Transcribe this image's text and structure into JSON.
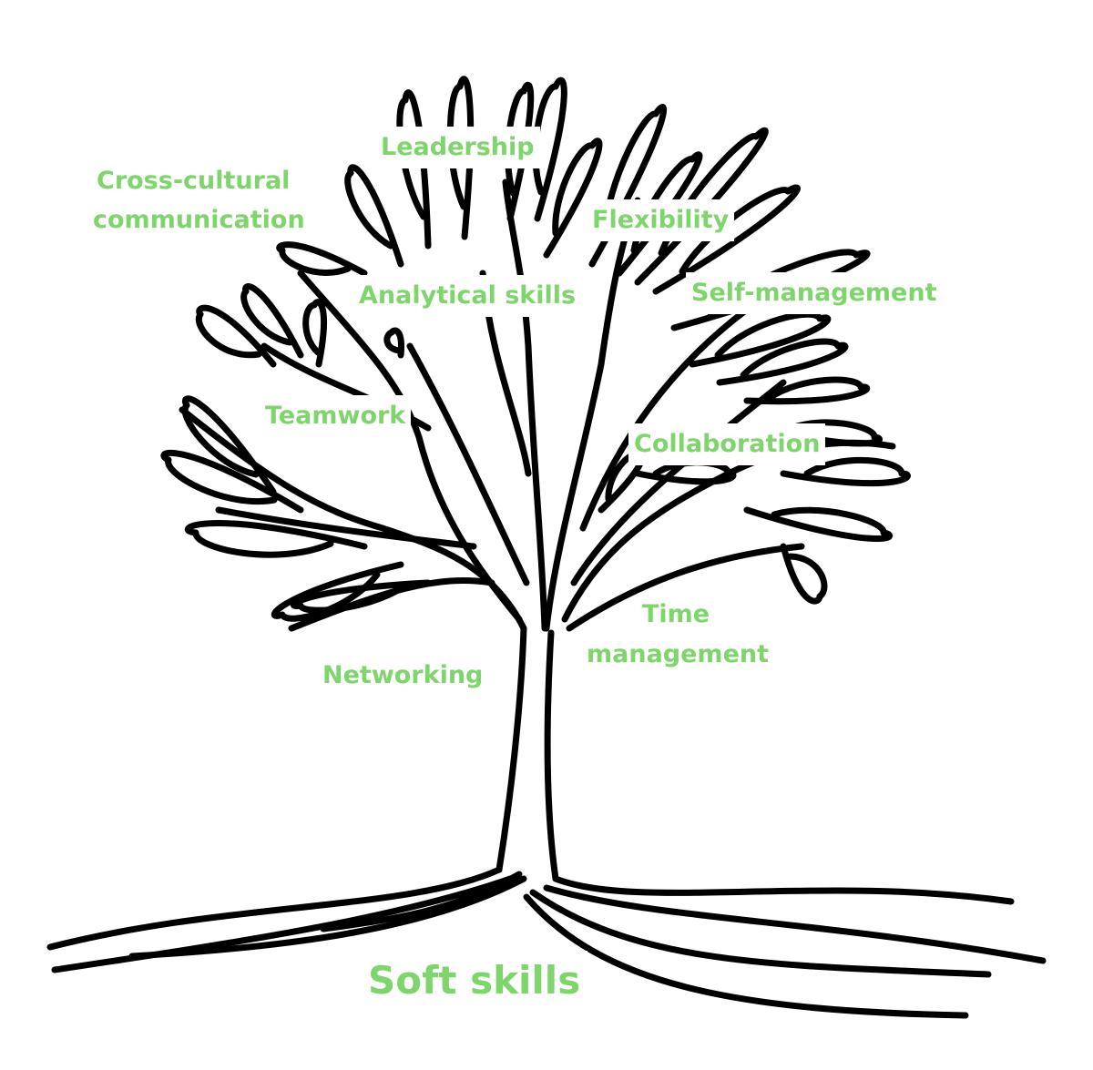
{
  "title": "Soft skills",
  "skills": {
    "leadership": "Leadership",
    "cross_cultural_1": "Cross-cultural",
    "cross_cultural_2": "communication",
    "flexibility": "Flexibility",
    "analytical": "Analytical skills",
    "self_management": "Self-management",
    "teamwork": "Teamwork",
    "collaboration": "Collaboration",
    "time_management_1": "Time",
    "time_management_2": "management",
    "networking": "Networking"
  },
  "colors": {
    "label": "#7ed56b",
    "stroke": "#000000"
  }
}
